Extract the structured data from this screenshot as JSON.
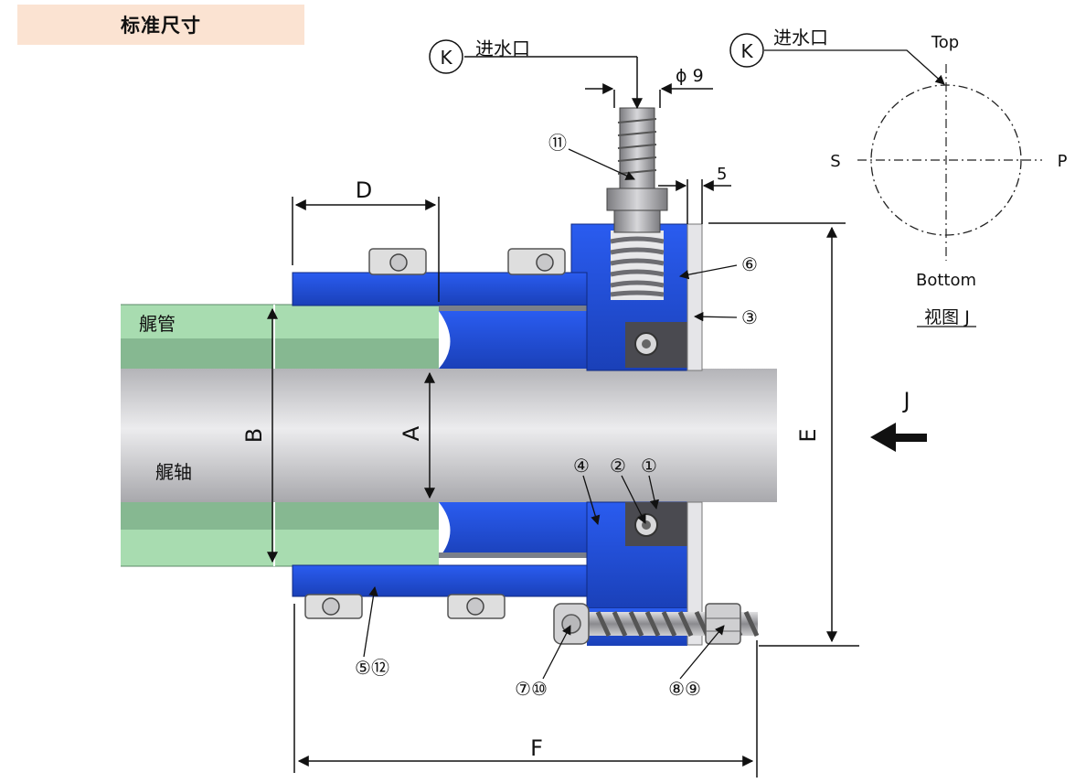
{
  "title": "标准尺寸",
  "labels": {
    "stern_tube": "艉管",
    "shaft": "艉轴",
    "inlet_left": "进水口",
    "inlet_right": "进水口",
    "k": "K",
    "phi9": "ϕ 9",
    "five": "5",
    "D": "D",
    "A": "A",
    "B": "B",
    "E": "E",
    "F": "F",
    "J": "J"
  },
  "view_j": {
    "top": "Top",
    "bottom": "Bottom",
    "s": "S",
    "p": "P",
    "caption": "视图 J"
  },
  "callouts": {
    "c1": "①",
    "c2": "②",
    "c3": "③",
    "c4": "④",
    "c6": "⑥",
    "c11": "⑪",
    "c5_12": "⑤⑫",
    "c7_10": "⑦⑩",
    "c8_9": "⑧⑨"
  },
  "colors": {
    "housing_blue": "#1f4fd6",
    "tube_green": "#a8dcb0",
    "shaft_gray": "#c9c9cc",
    "title_bg": "#fbe3d2"
  }
}
